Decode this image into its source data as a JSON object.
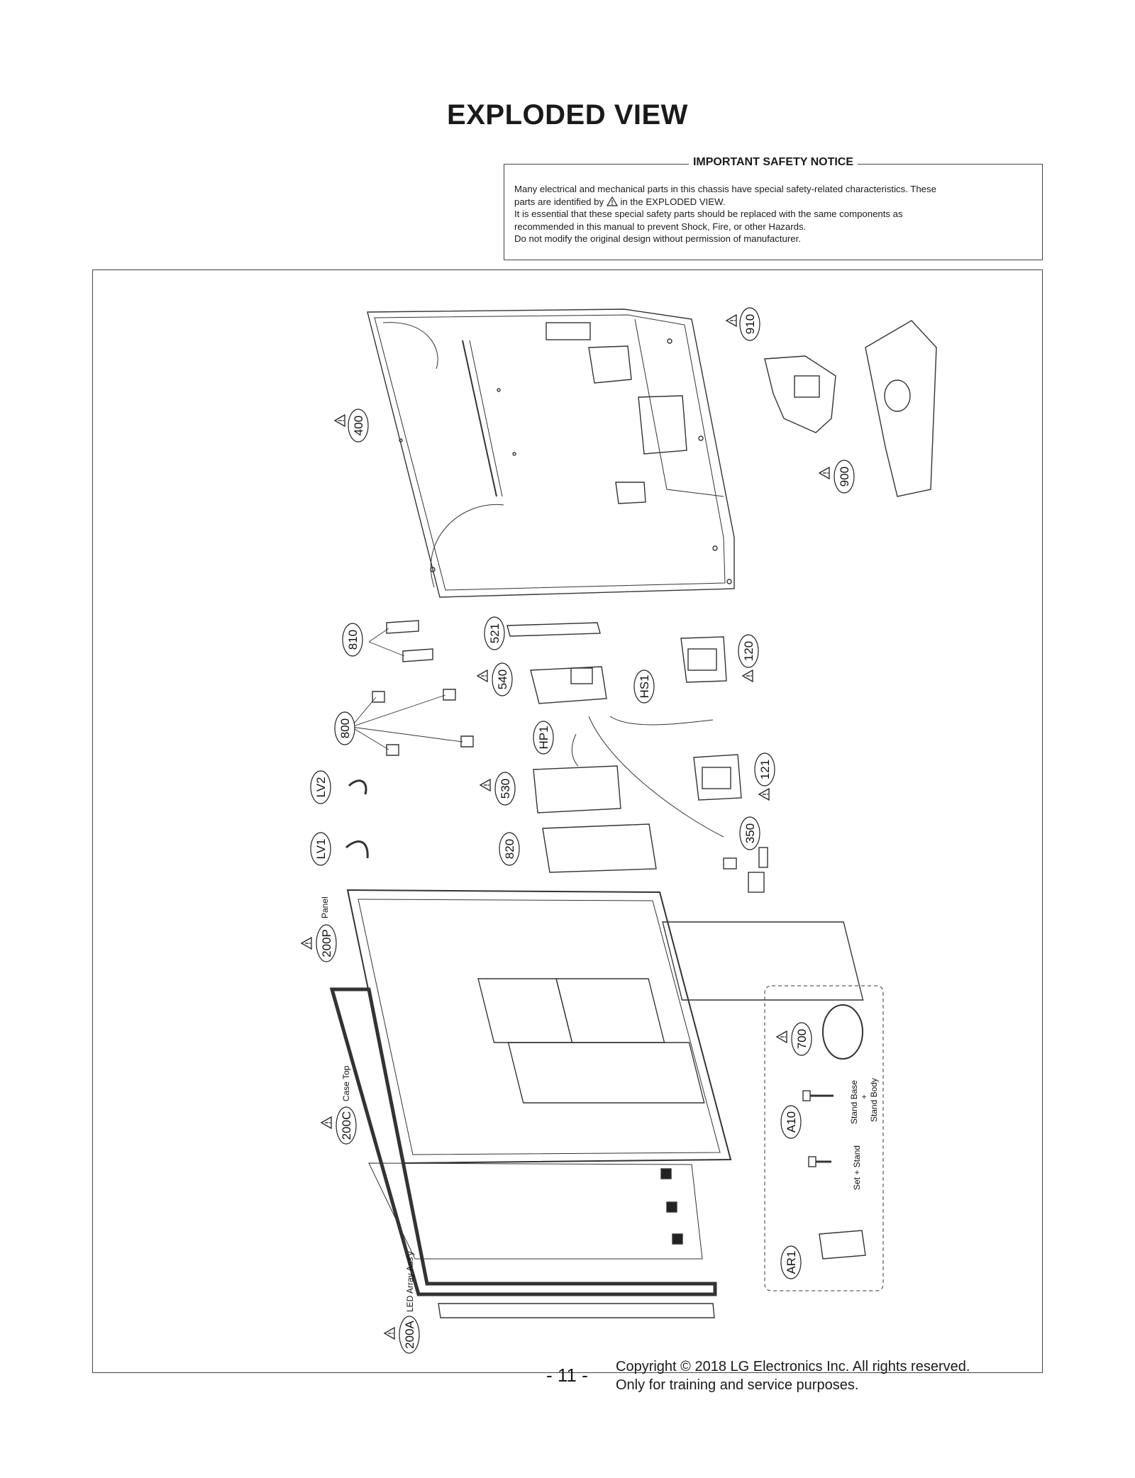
{
  "title": "EXPLODED VIEW",
  "notice": {
    "title": "IMPORTANT SAFETY NOTICE",
    "line1": "Many electrical and mechanical parts in this chassis have special safety-related characteristics. These",
    "line2a": "parts are identified by",
    "line2b": "in the EXPLODED VIEW.",
    "line3": "It is essential that these special safety parts should be replaced with the same components as",
    "line4": "recommended in this manual to prevent Shock, Fire, or other Hazards.",
    "line5": "Do not modify the original design without permission of manufacturer."
  },
  "labels": {
    "p910": "910",
    "p400": "400",
    "p900": "900",
    "p810": "810",
    "p521": "521",
    "p120": "120",
    "p540": "540",
    "pHS1": "HS1",
    "p800": "800",
    "pHP1": "HP1",
    "pLV2": "LV2",
    "p530": "530",
    "p121": "121",
    "pLV1": "LV1",
    "p820": "820",
    "p350": "350",
    "p200P": "200P",
    "p700": "700",
    "p200C": "200C",
    "pA10": "A10",
    "pAR1": "AR1",
    "p200A": "200A"
  },
  "captions": {
    "panel": "Panel",
    "case_top": "Case Top",
    "led_array": "LED Array Ass'y",
    "stand_base": "Stand Base",
    "plus": "+",
    "stand_body": "Stand Body",
    "set_stand": "Set + Stand"
  },
  "footer": {
    "page": "- 11 -",
    "copyright": "Copyright © 2018 LG Electronics Inc. All rights reserved.",
    "training": "Only for training and service purposes."
  }
}
